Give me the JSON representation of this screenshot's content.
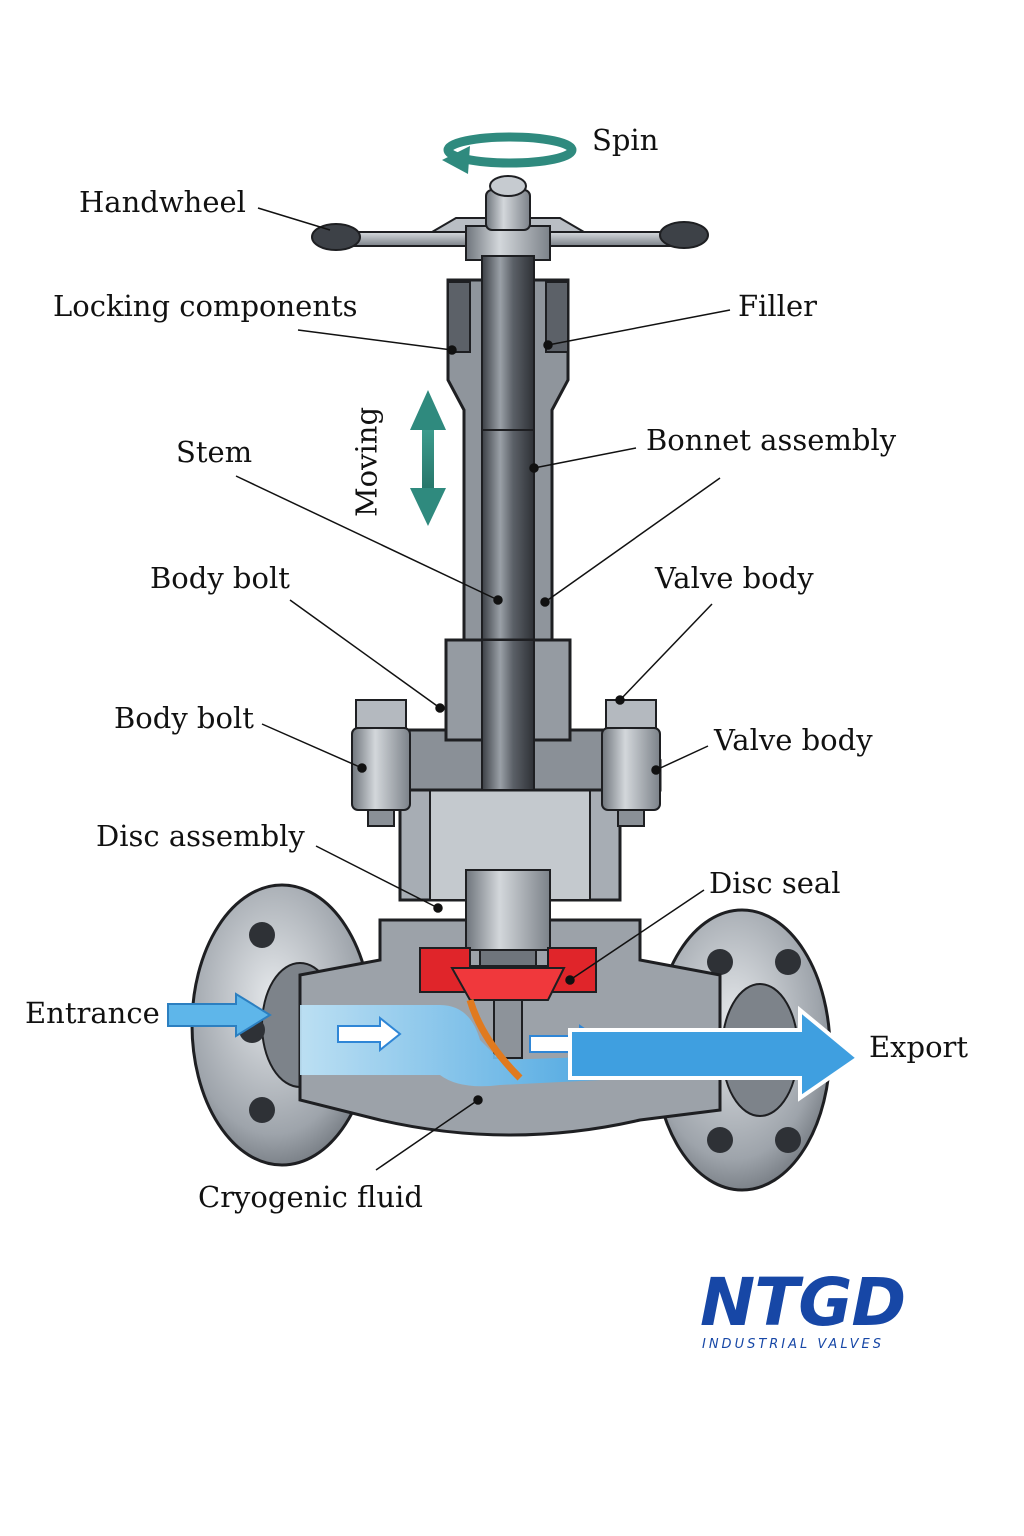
{
  "labels": {
    "spin": "Spin",
    "handwheel": "Handwheel",
    "locking_components": "Locking components",
    "filler": "Filler",
    "moving": "Moving",
    "stem": "Stem",
    "bonnet_assembly": "Bonnet assembly",
    "body_bolt_upper": "Body bolt",
    "valve_body_upper": "Valve body",
    "body_bolt_lower": "Body bolt",
    "valve_body_lower": "Valve body",
    "disc_assembly": "Disc assembly",
    "disc_seal": "Disc seal",
    "entrance": "Entrance",
    "export": "Export",
    "cryogenic_fluid": "Cryogenic fluid"
  },
  "logo": {
    "brand": "NTGD",
    "subtitle": "INDUSTRIAL VALVES"
  },
  "colors": {
    "metal_dark": "#4a4f55",
    "metal_mid": "#8a9097",
    "metal_light": "#c9ced3",
    "outline": "#1e1f22",
    "teal_arrow": "#2f8a7e",
    "fluid_blue": "#3f9fe0",
    "fluid_light": "#a9dcf7",
    "seal_red": "#e0252a",
    "seat_orange": "#e07a1f",
    "logo_blue": "#1747a6",
    "logo_red": "#e0252a"
  }
}
